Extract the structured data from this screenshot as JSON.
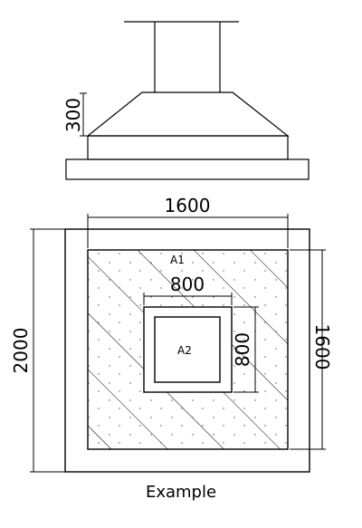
{
  "drawing": {
    "elevation": {
      "pedestal_height_label": "300"
    },
    "plan": {
      "outer_width_label": "1600",
      "outer_height_label": "2000",
      "footing_height_label": "1600",
      "column_width_label": "800",
      "column_height_label": "800",
      "area_outer_label": "A1",
      "area_inner_label": "A2"
    },
    "caption": "Example"
  }
}
